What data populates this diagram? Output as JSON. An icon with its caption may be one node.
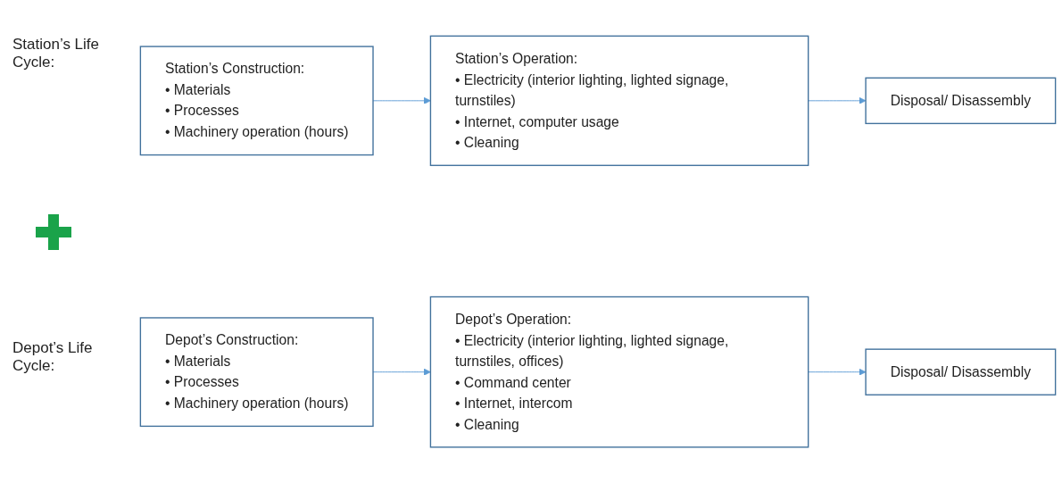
{
  "diagram": {
    "nodes": [
      {
        "text": [
          "Station’s Construction:",
          "• Materials",
          "• Processes",
          "• Machinery operation (hours)"
        ]
      },
      {
        "text": [
          "Station’s Operation:",
          "• Electricity (interior lighting, lighted signage, turnstiles)",
          "• Internet, computer usage",
          "• Cleaning"
        ]
      },
      {
        "text": [
          "Disposal/ Disassembly"
        ]
      },
      {
        "text": [
          "Depot’s Construction:",
          "• Materials",
          "• Processes",
          "• Machinery operation (hours)"
        ]
      },
      {
        "text": [
          "Depot’s Operation:",
          "• Electricity (interior lighting, lighted signage, turnstiles, offices)",
          "• Command center",
          "• Internet, intercom",
          "• Cleaning"
        ]
      },
      {
        "text": [
          "Disposal/ Disassembly"
        ]
      }
    ],
    "edges": [
      {
        "from": 0,
        "to": 1,
        "arrow": "to"
      },
      {
        "from": 1,
        "to": 2,
        "arrow": "to"
      },
      {
        "from": 3,
        "to": 4,
        "arrow": "to"
      },
      {
        "from": 4,
        "to": 5,
        "arrow": "to"
      }
    ],
    "labels": [
      "Station’s Life Cycle:",
      "Depot’s Life Cycle:"
    ]
  }
}
